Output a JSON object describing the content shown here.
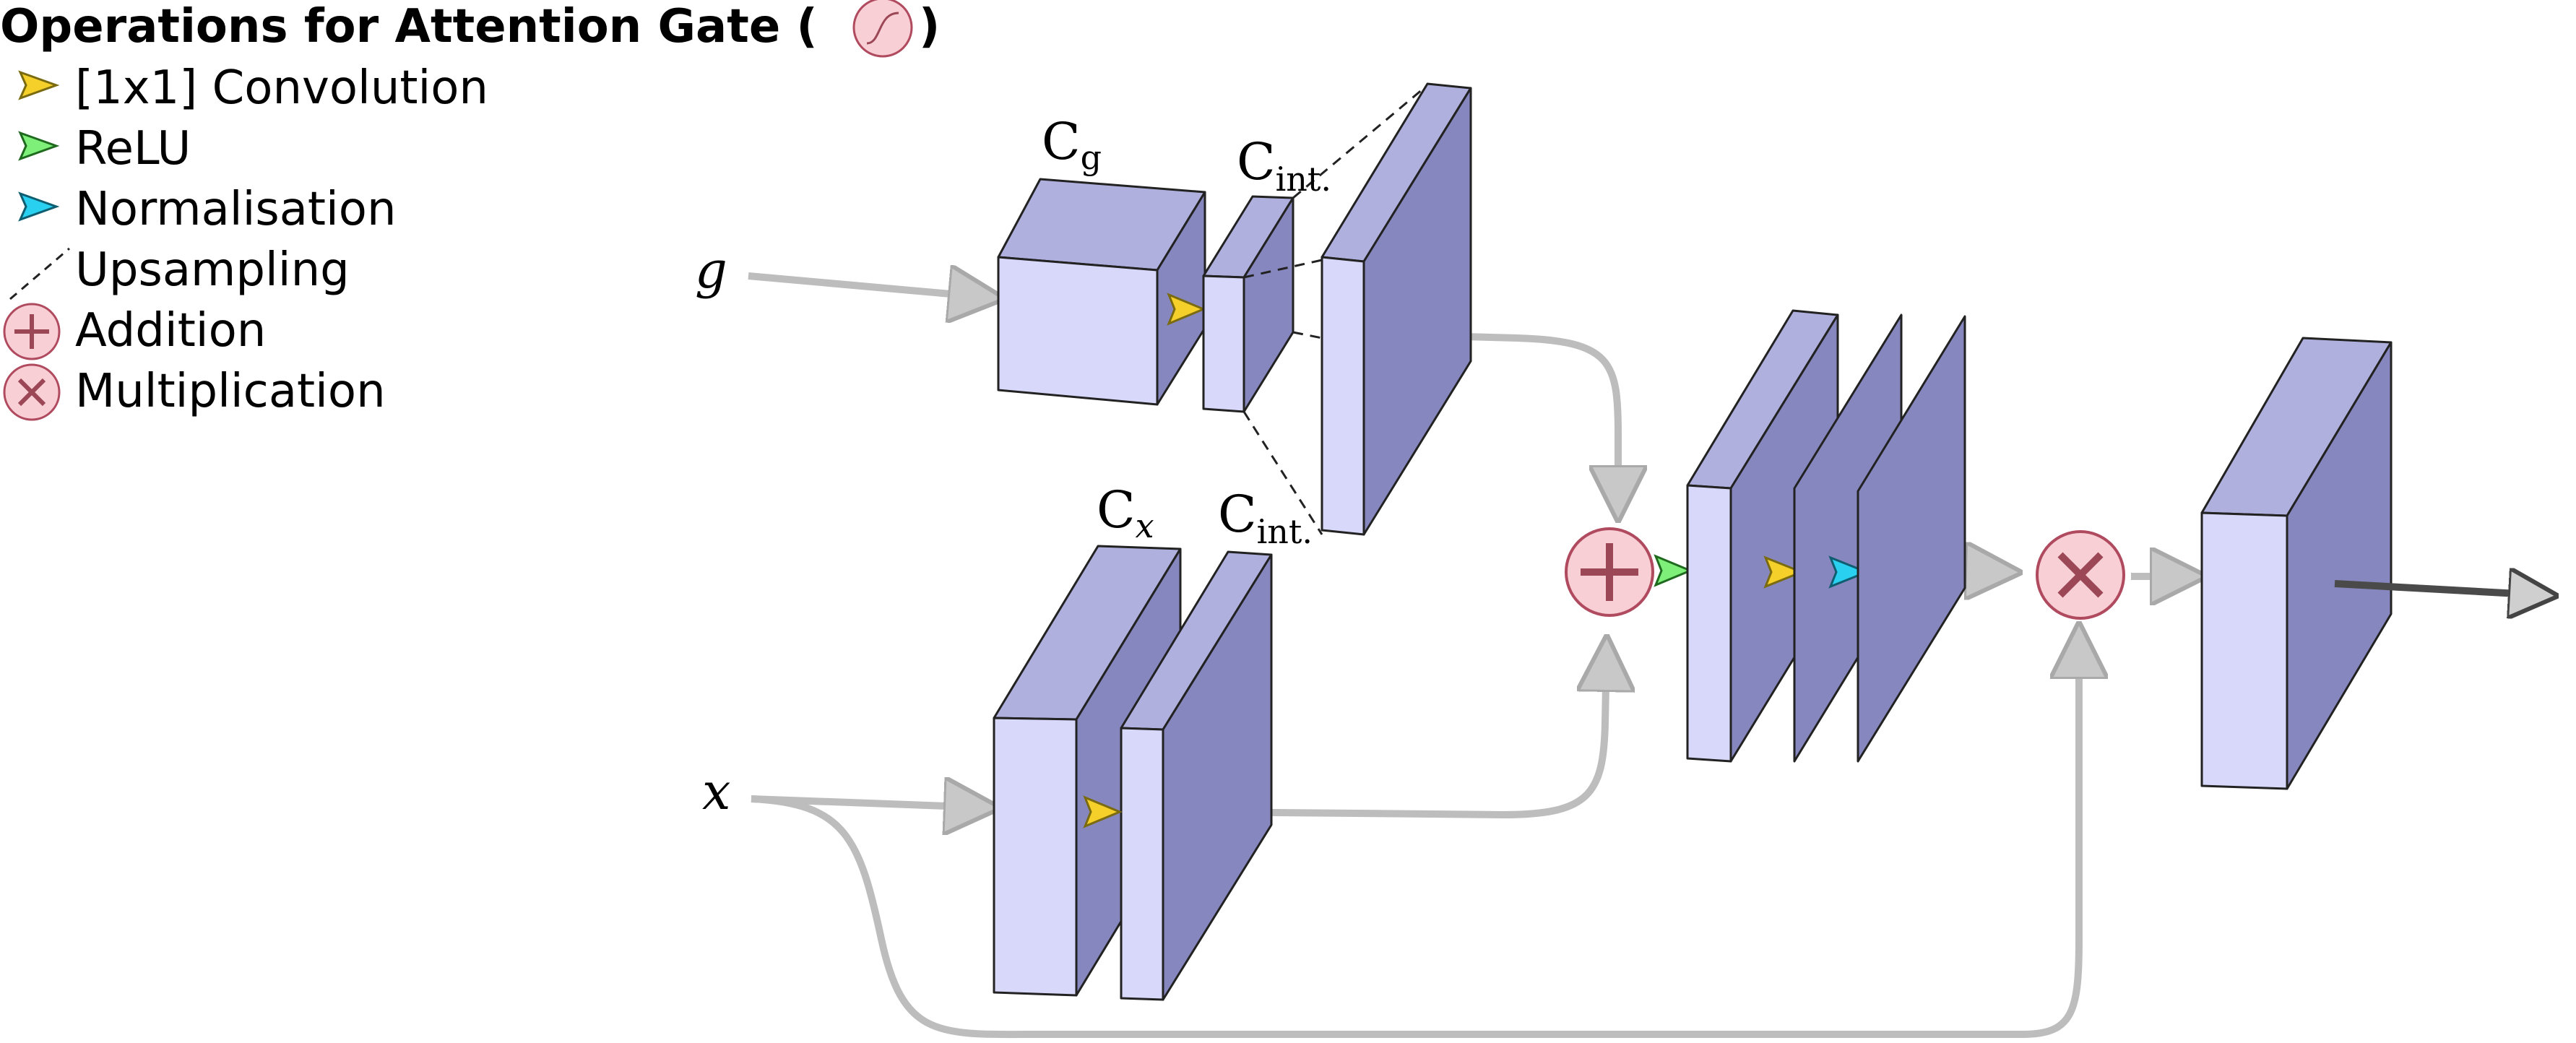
{
  "legend": {
    "title": "Operations for Attention Gate (",
    "title_close": ")",
    "items": [
      {
        "label": "[1x1] Convolution",
        "icon": "yellow-triangle-icon"
      },
      {
        "label": "ReLU",
        "icon": "green-triangle-icon"
      },
      {
        "label": "Normalisation",
        "icon": "cyan-triangle-icon"
      },
      {
        "label": "Upsampling",
        "icon": "dashed-line-icon"
      },
      {
        "label": "Addition",
        "icon": "plus-circle-icon"
      },
      {
        "label": "Multiplication",
        "icon": "times-circle-icon"
      }
    ]
  },
  "inputs": {
    "g": "g",
    "x": "x"
  },
  "block_labels": {
    "cg_main": "C",
    "cg_sub": "g",
    "cint_top_main": "C",
    "cint_top_sub": "int.",
    "cx_main": "C",
    "cx_sub": "x",
    "cint_bottom_main": "C",
    "cint_bottom_sub": "int."
  },
  "colors": {
    "block_front": "#d8d8fb",
    "block_top": "#b0b0df",
    "block_side": "#8787bf",
    "arrow_gray": "#bdbdbd",
    "output_arrow": "#4a4a4a",
    "op_circle_fill": "#f9cfd6",
    "op_circle_stroke": "#b04a5e",
    "op_symbol": "#9c4756",
    "conv": "#f5d02a",
    "relu": "#7ef07a",
    "norm": "#29d0f0"
  }
}
